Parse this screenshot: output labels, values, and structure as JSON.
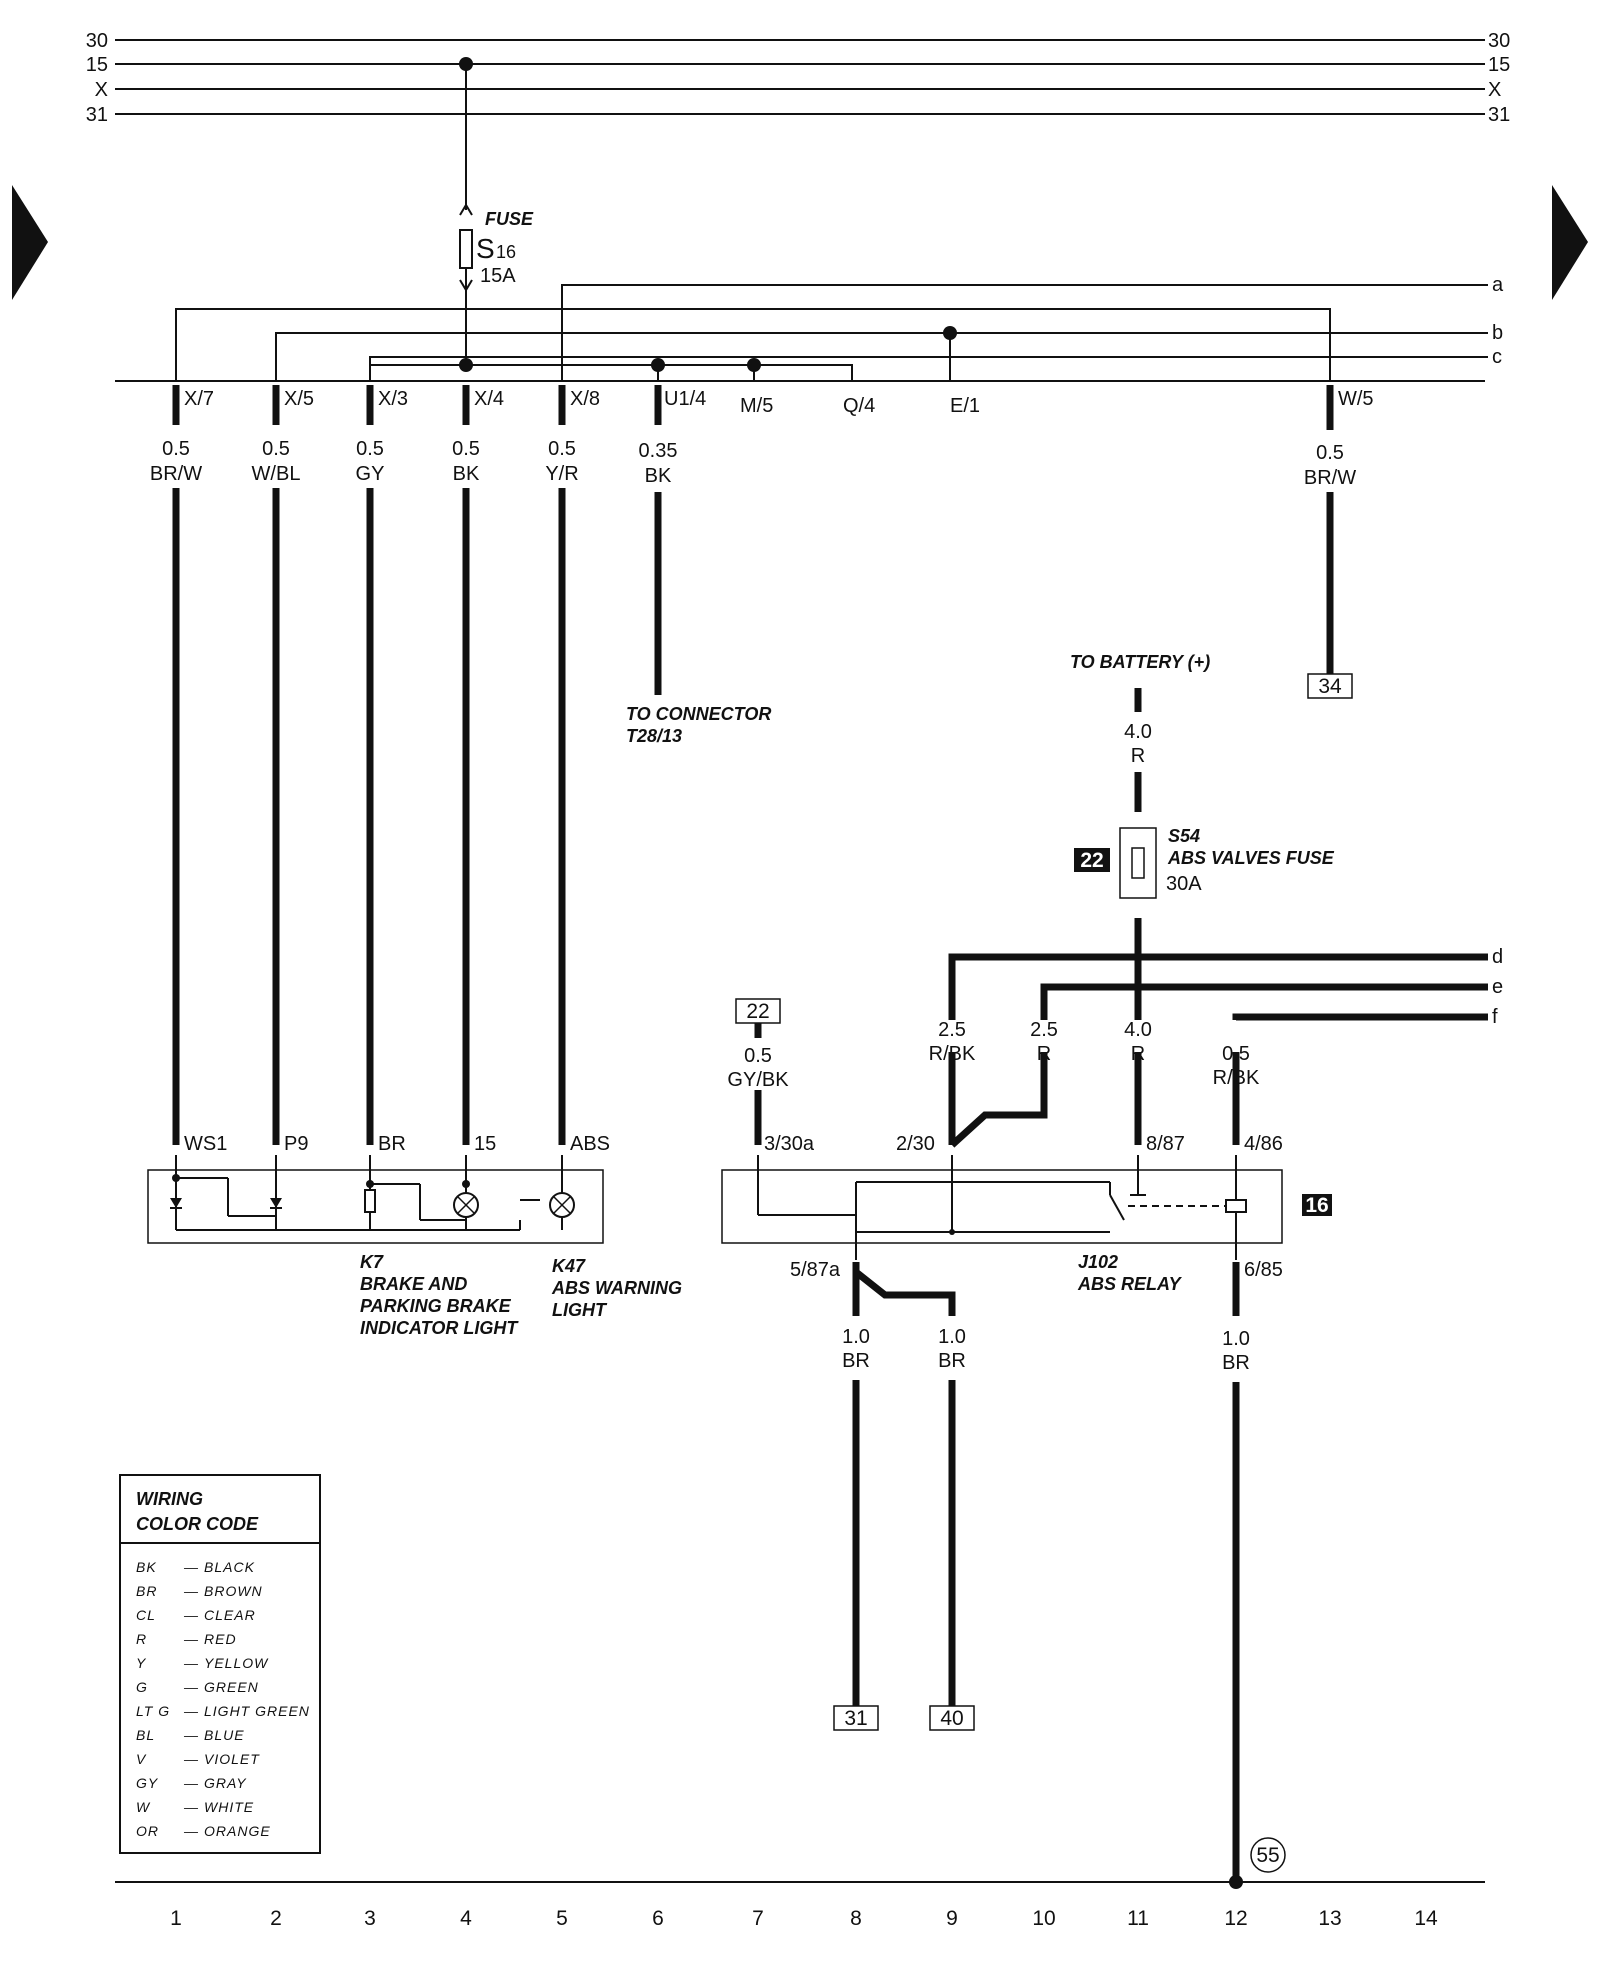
{
  "bus": {
    "left": [
      "30",
      "15",
      "X",
      "31"
    ],
    "right": [
      "30",
      "15",
      "X",
      "31"
    ]
  },
  "fuse_s16": {
    "title": "FUSE",
    "name": "S",
    "sub": "16",
    "rating": "15A"
  },
  "refs": {
    "a": "a",
    "b": "b",
    "c": "c",
    "d": "d",
    "e": "e",
    "f": "f"
  },
  "connector_pins": [
    {
      "pin": "X/7",
      "size": "0.5",
      "color": "BR/W"
    },
    {
      "pin": "X/5",
      "size": "0.5",
      "color": "W/BL"
    },
    {
      "pin": "X/3",
      "size": "0.5",
      "color": "GY"
    },
    {
      "pin": "X/4",
      "size": "0.5",
      "color": "BK"
    },
    {
      "pin": "X/8",
      "size": "0.5",
      "color": "Y/R"
    },
    {
      "pin": "U1/4",
      "size": "0.35",
      "color": "BK"
    },
    {
      "pin": "M/5",
      "size": "",
      "color": ""
    },
    {
      "pin": "Q/4",
      "size": "",
      "color": ""
    },
    {
      "pin": "E/1",
      "size": "",
      "color": ""
    },
    {
      "pin": "W/5",
      "size": "0.5",
      "color": "BR/W"
    }
  ],
  "to_connector": [
    "TO CONNECTOR",
    "T28/13"
  ],
  "box34": "34",
  "battery": {
    "label": "TO BATTERY (+)",
    "size": "4.0",
    "color": "R"
  },
  "fuse_s54": {
    "id": "22",
    "name": "S54",
    "desc": "ABS VALVES FUSE",
    "rating": "30A"
  },
  "box22": "22",
  "relay_wires": [
    {
      "size": "0.5",
      "color": "GY/BK"
    },
    {
      "size": "2.5",
      "color": "R/BK"
    },
    {
      "size": "2.5",
      "color": "R"
    },
    {
      "size": "4.0",
      "color": "R"
    },
    {
      "size": "0.5",
      "color": "R/BK"
    }
  ],
  "k7_pins": [
    "WS1",
    "P9",
    "BR",
    "15",
    "ABS"
  ],
  "relay_pins": [
    "3/30a",
    "2/30",
    "8/87",
    "4/86",
    "5/87a",
    "6/85"
  ],
  "relay_id": "16",
  "k7": [
    "K7",
    "BRAKE AND",
    "PARKING BRAKE",
    "INDICATOR LIGHT"
  ],
  "k47": [
    "K47",
    "ABS WARNING",
    "LIGHT"
  ],
  "j102": [
    "J102",
    "ABS RELAY"
  ],
  "ground_wires": [
    {
      "size": "1.0",
      "color": "BR"
    },
    {
      "size": "1.0",
      "color": "BR"
    },
    {
      "size": "1.0",
      "color": "BR"
    }
  ],
  "box31": "31",
  "box40": "40",
  "ground55": "55",
  "legend": {
    "title": [
      "WIRING",
      "COLOR CODE"
    ],
    "items": [
      {
        "code": "BK",
        "name": "BLACK"
      },
      {
        "code": "BR",
        "name": "BROWN"
      },
      {
        "code": "CL",
        "name": "CLEAR"
      },
      {
        "code": "R",
        "name": "RED"
      },
      {
        "code": "Y",
        "name": "YELLOW"
      },
      {
        "code": "G",
        "name": "GREEN"
      },
      {
        "code": "LT G",
        "name": "LIGHT GREEN"
      },
      {
        "code": "BL",
        "name": "BLUE"
      },
      {
        "code": "V",
        "name": "VIOLET"
      },
      {
        "code": "GY",
        "name": "GRAY"
      },
      {
        "code": "W",
        "name": "WHITE"
      },
      {
        "code": "OR",
        "name": "ORANGE"
      }
    ]
  },
  "columns": [
    "1",
    "2",
    "3",
    "4",
    "5",
    "6",
    "7",
    "8",
    "9",
    "10",
    "11",
    "12",
    "13",
    "14"
  ]
}
